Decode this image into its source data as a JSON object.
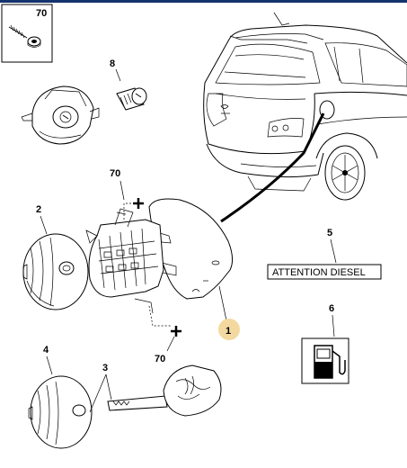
{
  "labels": {
    "screw_70_box": "70",
    "lock_8": "8",
    "screw_70_upper": "70",
    "cap_2": "2",
    "flap_1": "1",
    "screw_70_lower": "70",
    "cap_4": "4",
    "key_3": "3",
    "label_5": "5",
    "pictogram_6": "6"
  },
  "attention_label": "ATTENTION DIESEL",
  "colors": {
    "header_bar": "#14336e",
    "highlight_callout": "#f3d9a0",
    "pictogram_fill": "#000000"
  },
  "icons": {
    "fuel_pump": "fuel-pump-icon",
    "screw": "screw-icon",
    "cross_marker": "plus-marker-icon"
  }
}
